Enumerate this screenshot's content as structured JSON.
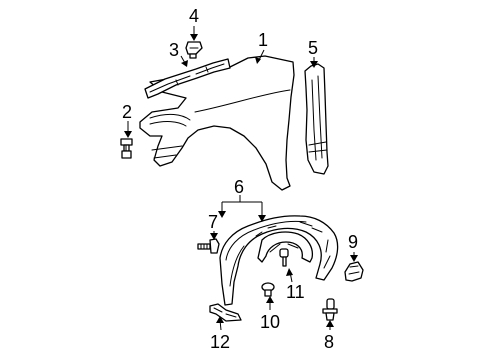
{
  "colors": {
    "background": "#ffffff",
    "line": "#000000"
  },
  "callouts": {
    "c1": "1",
    "c2": "2",
    "c3": "3",
    "c4": "4",
    "c5": "5",
    "c6": "6",
    "c7": "7",
    "c8": "8",
    "c9": "9",
    "c10": "10",
    "c11": "11",
    "c12": "12"
  },
  "parts": [
    {
      "callout": "1",
      "name": "fender-panel"
    },
    {
      "callout": "2",
      "name": "fender-bolt"
    },
    {
      "callout": "3",
      "name": "fender-support-bracket"
    },
    {
      "callout": "4",
      "name": "bracket-nut"
    },
    {
      "callout": "5",
      "name": "fender-seal"
    },
    {
      "callout": "6",
      "name": "fender-liner-assembly"
    },
    {
      "callout": "7",
      "name": "liner-bolt"
    },
    {
      "callout": "8",
      "name": "push-clip"
    },
    {
      "callout": "9",
      "name": "splash-shield"
    },
    {
      "callout": "10",
      "name": "liner-clip"
    },
    {
      "callout": "11",
      "name": "liner-screw"
    },
    {
      "callout": "12",
      "name": "liner-bracket"
    }
  ]
}
